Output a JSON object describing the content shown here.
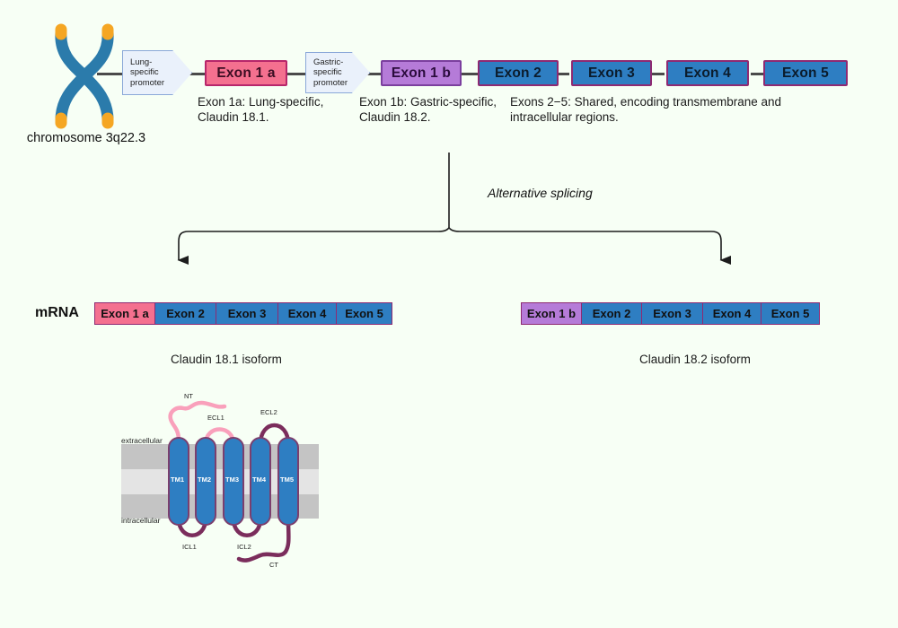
{
  "background_color": "#f7fff5",
  "chromosome": {
    "label": "chromosome 3q22.3",
    "arm_color": "#2b7bab",
    "telomere_color": "#f5a623"
  },
  "gene": {
    "promoters": [
      {
        "name": "lung-specific-promoter",
        "text": "Lung-\nspecific\npromoter"
      },
      {
        "name": "gastric-specific-promoter",
        "text": "Gastric-\nspecific\npromoter"
      }
    ],
    "exons": [
      {
        "label": "Exon 1 a",
        "color": "#f4708f",
        "style": "pink"
      },
      {
        "label": "Exon 1 b",
        "color": "#b57bd8",
        "style": "purple"
      },
      {
        "label": "Exon 2",
        "color": "#2e7ec2",
        "style": "blue"
      },
      {
        "label": "Exon 3",
        "color": "#2e7ec2",
        "style": "blue"
      },
      {
        "label": "Exon 4",
        "color": "#2e7ec2",
        "style": "blue"
      },
      {
        "label": "Exon 5",
        "color": "#2e7ec2",
        "style": "blue"
      }
    ],
    "captions": [
      "Exon 1a: Lung-specific, Claudin 18.1.",
      "Exon 1b: Gastric-specific, Claudin 18.2.",
      "Exons 2−5: Shared, encoding transmembrane and intracellular regions."
    ]
  },
  "splicing": {
    "label": "Alternative splicing"
  },
  "mrna": {
    "row_label": "mRNA",
    "isoform_1": {
      "caption": "Claudin 18.1 isoform",
      "boxes": [
        {
          "label": "Exon 1 a",
          "style": "pink"
        },
        {
          "label": "Exon 2",
          "style": "blue"
        },
        {
          "label": "Exon 3",
          "style": "blue"
        },
        {
          "label": "Exon 4",
          "style": "blue"
        },
        {
          "label": "Exon 5",
          "style": "blue"
        }
      ]
    },
    "isoform_2": {
      "caption": "Claudin 18.2  isoform",
      "boxes": [
        {
          "label": "Exon 1 b",
          "style": "purple"
        },
        {
          "label": "Exon 2",
          "style": "blue"
        },
        {
          "label": "Exon 3",
          "style": "blue"
        },
        {
          "label": "Exon 4",
          "style": "blue"
        },
        {
          "label": "Exon 5",
          "style": "blue"
        }
      ]
    }
  },
  "membrane": {
    "extracellular_label": "extracellular",
    "intracellular_label": "intracellular",
    "helix_color": "#2e7ec2",
    "helix_border": "#7b3f6e",
    "nt_loop_color": "#f9a0bb",
    "ct_loop_color": "#7b2d5c",
    "band_dark": "#c4c4c4",
    "band_light": "#e4e4e4",
    "helices": [
      {
        "label": "TM1"
      },
      {
        "label": "TM2"
      },
      {
        "label": "TM3"
      },
      {
        "label": "TM4"
      },
      {
        "label": "TM5"
      }
    ],
    "loops": [
      {
        "label": "NT",
        "side": "extracellular"
      },
      {
        "label": "ECL1",
        "side": "extracellular"
      },
      {
        "label": "ECL2",
        "side": "extracellular"
      },
      {
        "label": "ICL1",
        "side": "intracellular"
      },
      {
        "label": "ICL2",
        "side": "intracellular"
      },
      {
        "label": "CT",
        "side": "intracellular"
      }
    ]
  }
}
